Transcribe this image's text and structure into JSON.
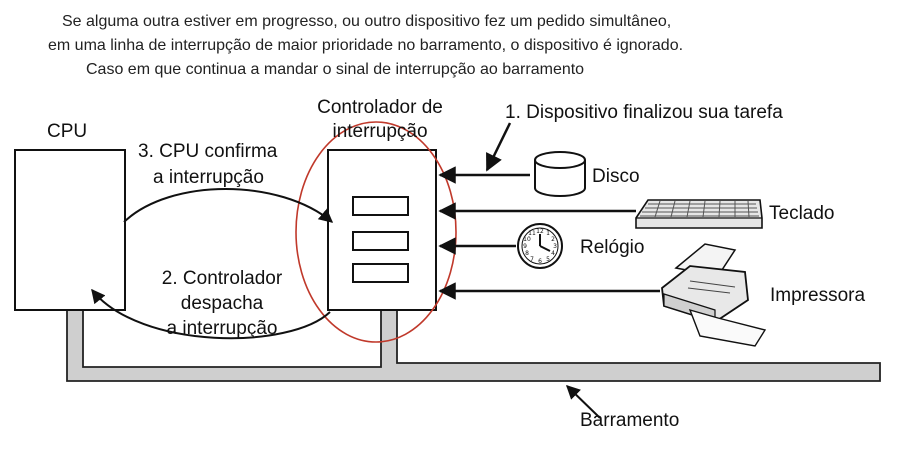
{
  "header": {
    "line1": "Se alguma outra estiver em progresso, ou outro dispositivo fez um pedido simultâneo,",
    "line2": "em uma linha de interrupção de maior prioridade no barramento, o dispositivo é ignorado.",
    "line3": "Caso em que continua a mandar o sinal de interrupção ao barramento"
  },
  "diagram": {
    "cpu_label": "CPU",
    "controller_label_1": "Controlador de",
    "controller_label_2": "interrupção",
    "step1": "1. Dispositivo finalizou sua tarefa",
    "step3_line1": "3. CPU confirma",
    "step3_line2": "a interrupção",
    "step2_line1": "2. Controlador",
    "step2_line2": "despacha",
    "step2_line3": "a interrupção",
    "devices": {
      "disk": "Disco",
      "keyboard": "Teclado",
      "clock": "Relógio",
      "printer": "Impressora"
    },
    "bus_label": "Barramento",
    "highlight_color": "#c0392b"
  }
}
